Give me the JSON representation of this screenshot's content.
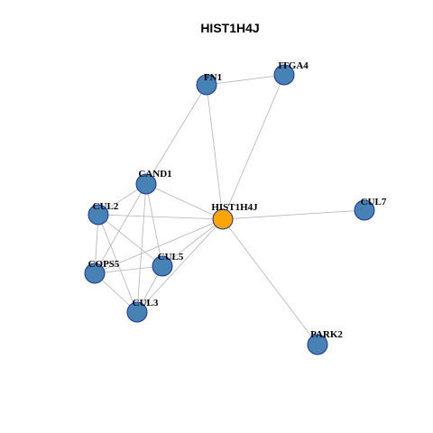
{
  "title": "HIST1H4J",
  "colors": {
    "node_default": "#4682b4",
    "node_center": "#ffa500",
    "node_stroke": "#1f2f9a",
    "edge": "#b3b3b3"
  },
  "nodes": [
    {
      "id": "FN1",
      "label": "FN1",
      "center": false
    },
    {
      "id": "ITGA4",
      "label": "ITGA4",
      "center": false
    },
    {
      "id": "CAND1",
      "label": "CAND1",
      "center": false
    },
    {
      "id": "CUL2",
      "label": "CUL2",
      "center": false
    },
    {
      "id": "HIST1H4J",
      "label": "HIST1H4J",
      "center": true
    },
    {
      "id": "CUL7",
      "label": "CUL7",
      "center": false
    },
    {
      "id": "COPS5",
      "label": "COPS5",
      "center": false
    },
    {
      "id": "CUL5",
      "label": "CUL5",
      "center": false
    },
    {
      "id": "CUL3",
      "label": "CUL3",
      "center": false
    },
    {
      "id": "PARK2",
      "label": "PARK2",
      "center": false
    }
  ],
  "edges": [
    [
      "FN1",
      "ITGA4"
    ],
    [
      "FN1",
      "CAND1"
    ],
    [
      "FN1",
      "HIST1H4J"
    ],
    [
      "ITGA4",
      "HIST1H4J"
    ],
    [
      "CAND1",
      "HIST1H4J"
    ],
    [
      "CAND1",
      "CUL2"
    ],
    [
      "CAND1",
      "COPS5"
    ],
    [
      "CAND1",
      "CUL5"
    ],
    [
      "CAND1",
      "CUL3"
    ],
    [
      "CUL2",
      "HIST1H4J"
    ],
    [
      "CUL2",
      "COPS5"
    ],
    [
      "CUL2",
      "CUL5"
    ],
    [
      "CUL2",
      "CUL3"
    ],
    [
      "HIST1H4J",
      "CUL7"
    ],
    [
      "HIST1H4J",
      "PARK2"
    ],
    [
      "HIST1H4J",
      "COPS5"
    ],
    [
      "HIST1H4J",
      "CUL5"
    ],
    [
      "HIST1H4J",
      "CUL3"
    ],
    [
      "COPS5",
      "CUL5"
    ],
    [
      "COPS5",
      "CUL3"
    ],
    [
      "CUL5",
      "CUL3"
    ]
  ]
}
